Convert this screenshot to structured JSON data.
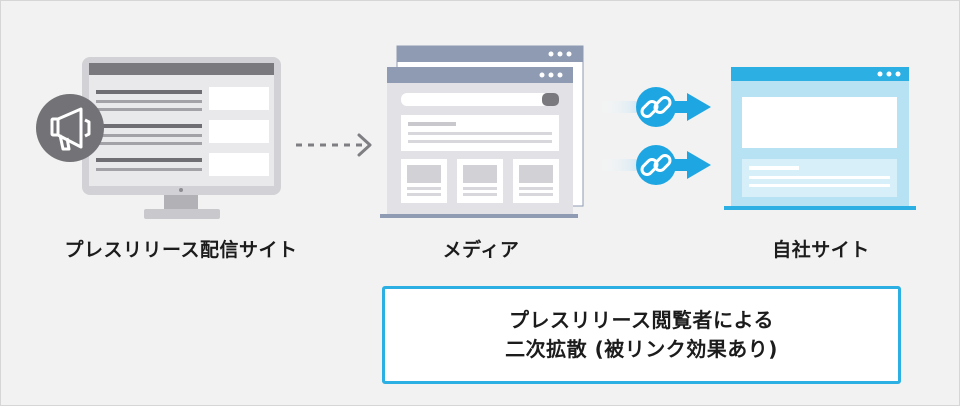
{
  "nodes": {
    "distribution_site": {
      "label": "プレスリリース配信サイト",
      "icon": "megaphone-icon"
    },
    "media": {
      "label": "メディア"
    },
    "own_site": {
      "label": "自社サイト"
    }
  },
  "links": [
    {
      "icon": "link-icon",
      "from": "media",
      "to": "own_site"
    },
    {
      "icon": "link-icon",
      "from": "media",
      "to": "own_site"
    }
  ],
  "result": {
    "line1": "プレスリリース閲覧者による",
    "line2": "二次拡散 (被リンク効果あり)"
  },
  "colors": {
    "accent_blue": "#2cb0e3",
    "arrow_blue": "#1ea6e2",
    "screen_gray": "#d4d4d8",
    "media_frame": "#8e9bb3",
    "site_light_blue": "#b7e2f4"
  }
}
